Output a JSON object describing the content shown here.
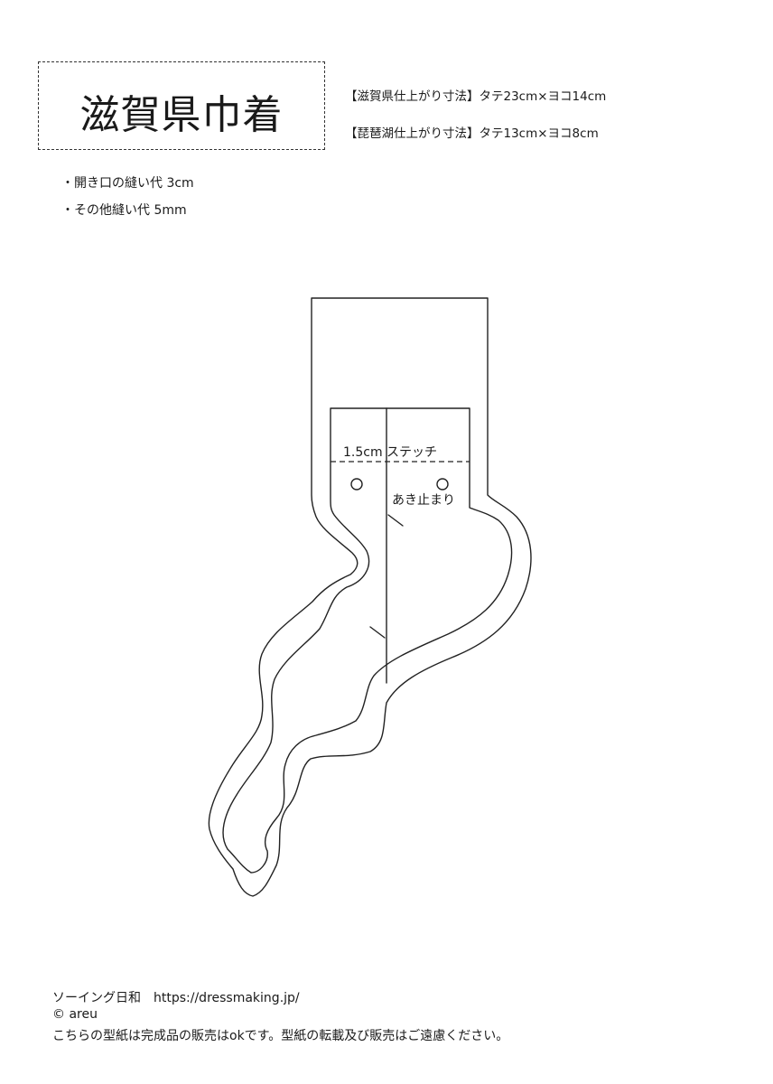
{
  "title": "滋賀県巾着",
  "sizes": {
    "shiga": "【滋賀県仕上がり寸法】タテ23cm×ヨコ14cm",
    "biwako": "【琵琶湖仕上がり寸法】タテ13cm×ヨコ8cm"
  },
  "notes": [
    "・開き口の縫い代 3cm",
    "・その他縫い代 5mm"
  ],
  "pattern": {
    "stitch_label": "1.5cm ステッチ",
    "stop_label": "あき止まり"
  },
  "footer": {
    "site": "ソーイング日和　https://dressmaking.jp/",
    "copyright": "© areu",
    "notice": "こちらの型紙は完成品の販売はokです。型紙の転載及び販売はご遠慮ください。"
  }
}
